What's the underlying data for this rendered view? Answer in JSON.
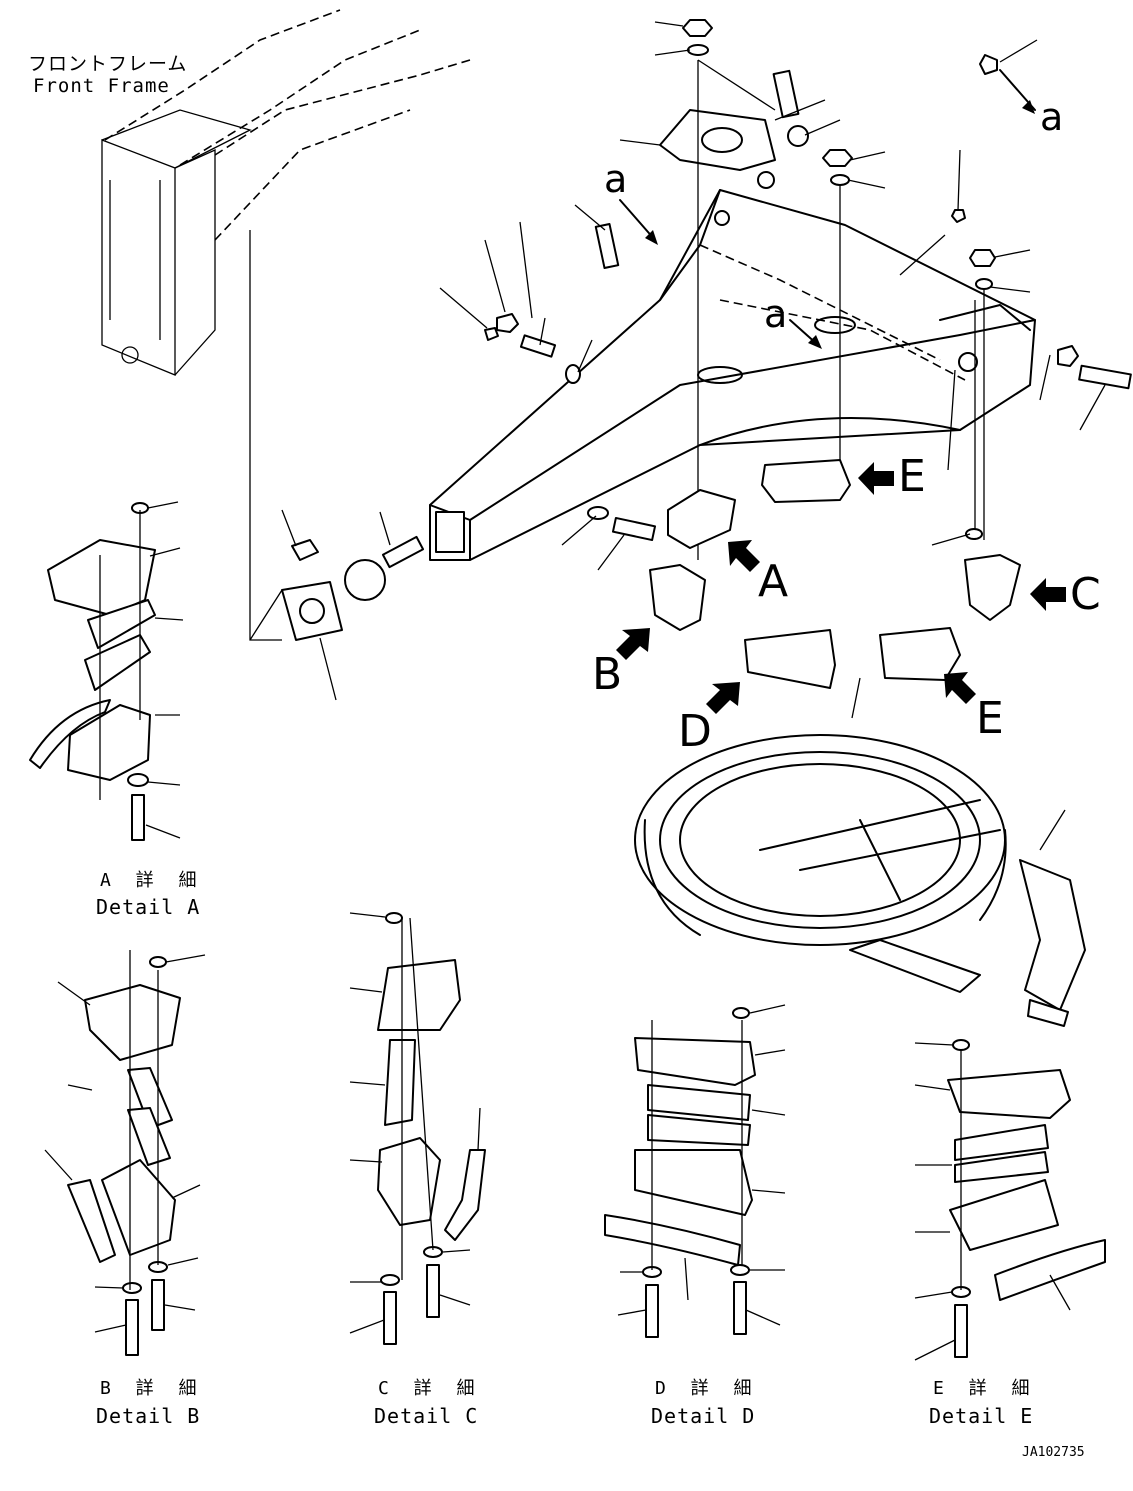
{
  "title_jp": "フロントフレーム",
  "title_en": "Front Frame",
  "view_labels": {
    "a1": "a",
    "a2": "a",
    "a3": "a",
    "A": "A",
    "B": "B",
    "C": "C",
    "D": "D",
    "E1": "E",
    "E2": "E"
  },
  "details": [
    {
      "jp": "A 詳 細",
      "en": "Detail A"
    },
    {
      "jp": "B 詳 細",
      "en": "Detail B"
    },
    {
      "jp": "C 詳 細",
      "en": "Detail C"
    },
    {
      "jp": "D 詳 細",
      "en": "Detail D"
    },
    {
      "jp": "E 詳 細",
      "en": "Detail E"
    }
  ],
  "drawing_number": "JA102735"
}
